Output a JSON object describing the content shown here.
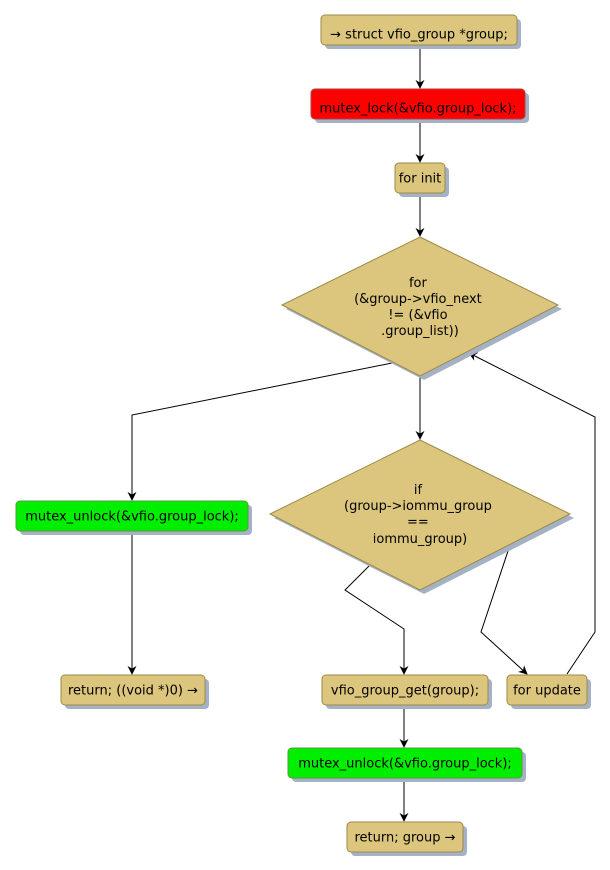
{
  "diagram": {
    "type": "flowchart",
    "colors": {
      "default_fill": "#dcc67e",
      "border": "#9a8a46",
      "shadow": "#a5b2c6",
      "lock_fill": "#ff0000",
      "unlock_fill": "#00ee00",
      "edge": "#000000"
    },
    "nodes": {
      "start": {
        "label": "→ struct vfio_group *group;",
        "kind": "action"
      },
      "lock": {
        "label": "mutex_lock(&vfio.group_lock);",
        "kind": "lock"
      },
      "for_init": {
        "label": "for init",
        "kind": "action"
      },
      "for_cond": {
        "lines": [
          "for",
          "(&group->vfio_next",
          "!= (&vfio",
          ".group_list))"
        ],
        "kind": "decision"
      },
      "unlock_left": {
        "label": "mutex_unlock(&vfio.group_lock);",
        "kind": "unlock"
      },
      "return_null": {
        "label": "return; ((void *)0) →",
        "kind": "action"
      },
      "if_cond": {
        "lines": [
          "if",
          "(group->iommu_group",
          "==",
          "iommu_group)"
        ],
        "kind": "decision"
      },
      "group_get": {
        "label": "vfio_group_get(group);",
        "kind": "action"
      },
      "for_update": {
        "label": "for update",
        "kind": "action"
      },
      "unlock_right": {
        "label": "mutex_unlock(&vfio.group_lock);",
        "kind": "unlock"
      },
      "return_group": {
        "label": "return; group →",
        "kind": "action"
      }
    },
    "edges": [
      {
        "from": "start",
        "to": "lock"
      },
      {
        "from": "lock",
        "to": "for_init"
      },
      {
        "from": "for_init",
        "to": "for_cond"
      },
      {
        "from": "for_cond",
        "to": "unlock_left"
      },
      {
        "from": "for_cond",
        "to": "if_cond"
      },
      {
        "from": "unlock_left",
        "to": "return_null"
      },
      {
        "from": "if_cond",
        "to": "group_get"
      },
      {
        "from": "if_cond",
        "to": "for_update"
      },
      {
        "from": "for_update",
        "to": "for_cond"
      },
      {
        "from": "group_get",
        "to": "unlock_right"
      },
      {
        "from": "unlock_right",
        "to": "return_group"
      }
    ]
  }
}
